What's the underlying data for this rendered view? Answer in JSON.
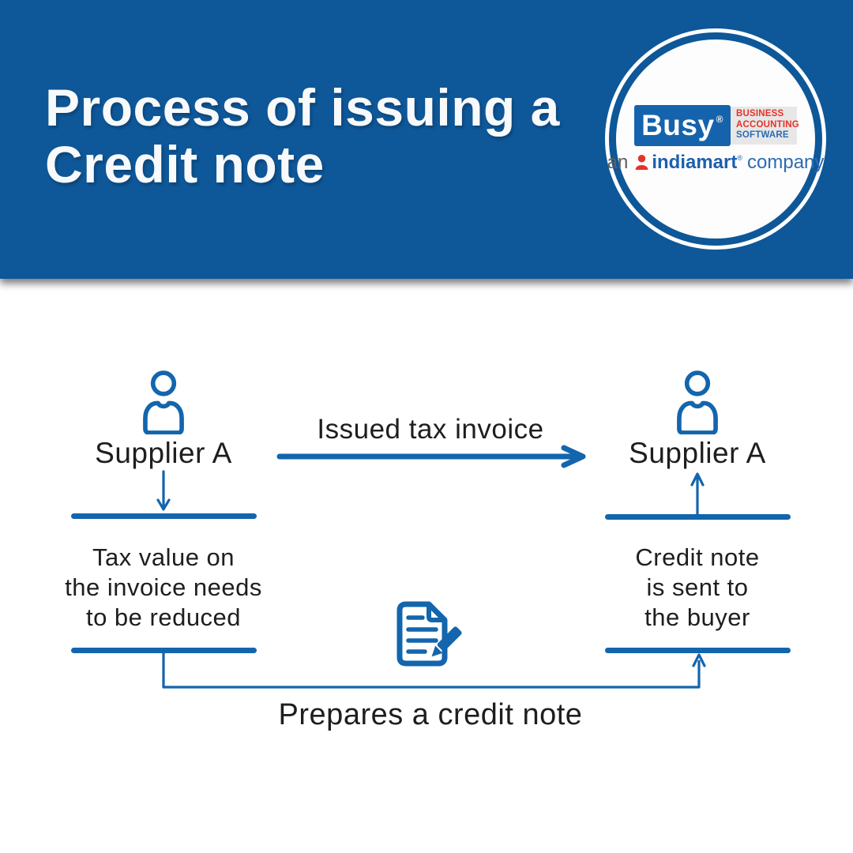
{
  "header": {
    "title": "Process of issuing a\nCredit note",
    "bg_color": "#0e5798",
    "logo": {
      "brand": "Busy",
      "registered": "®",
      "tagline": [
        "BUSINESS",
        "ACCOUNTING",
        "SOFTWARE"
      ],
      "sub_prefix": "an",
      "sub_brand": "indiamart",
      "sub_registered": "®",
      "sub_suffix": "company",
      "brand_box_color": "#1563ac",
      "tagline_red": "#e63229",
      "tagline_blue": "#2a6cb4"
    }
  },
  "diagram": {
    "accent_blue": "#1365ad",
    "text_color": "#1d1e20",
    "left_actor": {
      "icon": "person-icon",
      "label": "Supplier A",
      "note": "Tax value on\nthe invoice needs\nto be reduced"
    },
    "right_actor": {
      "icon": "person-icon",
      "label": "Supplier A",
      "note": "Credit note\nis sent to\nthe buyer"
    },
    "top_flow_label": "Issued tax invoice",
    "bottom_flow_label": "Prepares a credit note",
    "bottom_flow_icon": "document-pencil-icon"
  }
}
